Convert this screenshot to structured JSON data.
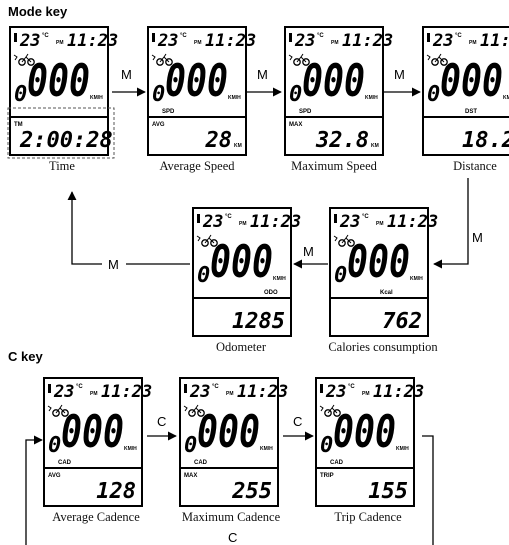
{
  "sections": {
    "mode_key": "Mode key",
    "c_key": "C key"
  },
  "common": {
    "temp": "23",
    "temp_unit": "°C",
    "pm": "PM",
    "clock": "11:23",
    "speed": "000",
    "speed_prefix": "0",
    "speed_unit": "KM/H",
    "bike_icon": "bike-icon",
    "battery_icon": "battery-icon"
  },
  "arrows": {
    "mode": "M",
    "c": "C"
  },
  "screens": [
    {
      "id": "time",
      "caption": "Time",
      "mid_label": "",
      "bottom_left": "TM",
      "value": "2:00:28",
      "unit": ""
    },
    {
      "id": "avg-speed",
      "caption": "Average Speed",
      "mid_label": "SPD",
      "bottom_left": "AVG",
      "value": "28",
      "unit": "KM"
    },
    {
      "id": "max-speed",
      "caption": "Maximum Speed",
      "mid_label": "SPD",
      "bottom_left": "MAX",
      "value": "32.8",
      "unit": "KM"
    },
    {
      "id": "distance",
      "caption": "Distance",
      "mid_label": "DST",
      "bottom_left": "",
      "value": "18.2",
      "unit": ""
    },
    {
      "id": "odometer",
      "caption": "Odometer",
      "mid_label": "ODO",
      "bottom_left": "",
      "value": "1285",
      "unit": ""
    },
    {
      "id": "calories",
      "caption": "Calories consumption",
      "mid_label": "Kcal",
      "bottom_left": "",
      "value": "762",
      "unit": ""
    },
    {
      "id": "avg-cadence",
      "caption": "Average Cadence",
      "mid_label": "CAD",
      "bottom_left": "AVG",
      "value": "128",
      "unit": ""
    },
    {
      "id": "max-cadence",
      "caption": "Maximum Cadence",
      "mid_label": "CAD",
      "bottom_left": "MAX",
      "value": "255",
      "unit": ""
    },
    {
      "id": "trip-cadence",
      "caption": "Trip Cadence",
      "mid_label": "CAD",
      "bottom_left": "TRIP",
      "value": "155",
      "unit": ""
    }
  ]
}
